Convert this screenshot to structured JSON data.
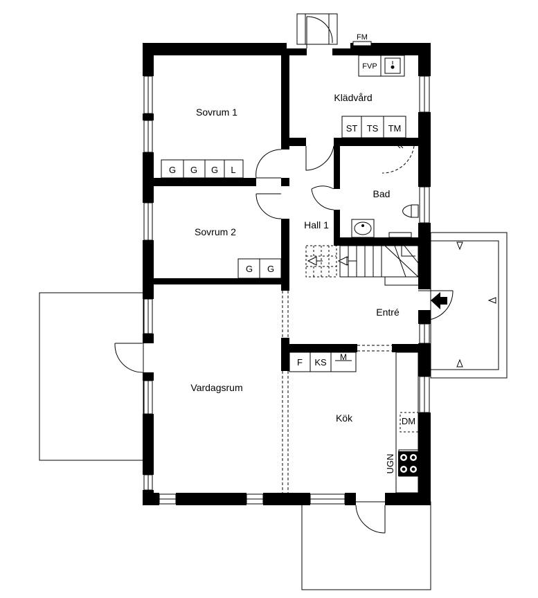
{
  "rooms": {
    "sovrum1": "Sovrum 1",
    "sovrum2": "Sovrum 2",
    "kladvard": "Klädvård",
    "bad": "Bad",
    "hall": "Hall 1",
    "entre": "Entré",
    "vardagsrum": "Vardagsrum",
    "kok": "Kök"
  },
  "fixtures": {
    "fm": "FM",
    "fvp": "FVP",
    "st": "ST",
    "ts": "TS",
    "tm": "TM",
    "wardrobe_g": "G",
    "wardrobe_l": "L",
    "f": "F",
    "ks": "KS",
    "m": "M",
    "dm": "DM",
    "ugn": "UGN"
  }
}
